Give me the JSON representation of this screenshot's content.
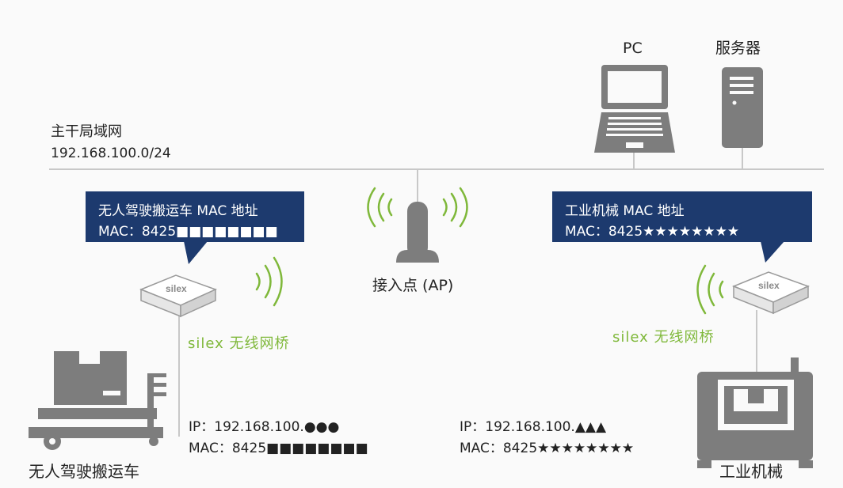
{
  "network": {
    "name": "主干局域网",
    "subnet": "192.168.100.0/24"
  },
  "devices": {
    "pc": {
      "label": "PC",
      "icon": "laptop-icon"
    },
    "server": {
      "label": "服务器",
      "icon": "server-icon"
    },
    "access_point": {
      "label": "接入点 (AP)",
      "icon": "access-point-icon"
    },
    "agv": {
      "label": "无人驾驶搬运车",
      "icon": "agv-cart-icon"
    },
    "machine": {
      "label": "工业机械",
      "icon": "industrial-machine-icon"
    }
  },
  "bridges": {
    "left": {
      "caption": "silex 无线网桥",
      "brand": "silex"
    },
    "right": {
      "caption": "silex 无线网桥",
      "brand": "silex"
    }
  },
  "callouts": {
    "agv": {
      "title": "无人驾驶搬运车 MAC 地址",
      "mac": "MAC：8425■■■■■■■■"
    },
    "machine": {
      "title": "工业机械 MAC 地址",
      "mac": "MAC：8425★★★★★★★★"
    }
  },
  "addresses": {
    "agv": {
      "ip": "IP：192.168.100.●●●",
      "mac": "MAC：8425■■■■■■■■"
    },
    "machine": {
      "ip": "IP：192.168.100.▲▲▲",
      "mac": "MAC：8425★★★★★★★★"
    }
  },
  "colors": {
    "callout_bg": "#1d3a6e",
    "wireless": "#7fb83a",
    "device_gray": "#7d7d7d",
    "line_gray": "#c8c8c8"
  }
}
